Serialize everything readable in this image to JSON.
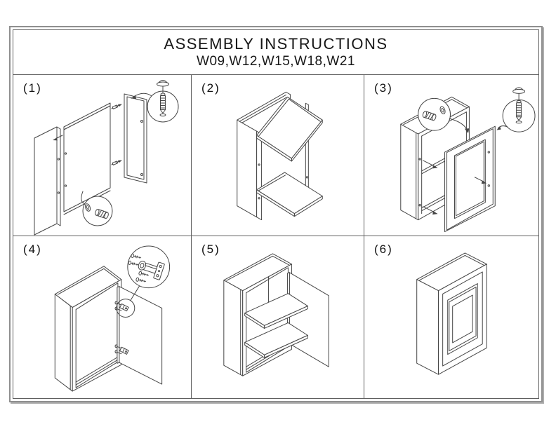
{
  "page": {
    "title": "ASSEMBLY INSTRUCTIONS",
    "subtitle": "W09,W12,W15,W18,W21"
  },
  "panels": [
    {
      "label": "(1)",
      "name": "attach-side-panels-to-back-panel",
      "hardware": [
        "cam-bolt",
        "cam-lock"
      ]
    },
    {
      "label": "(2)",
      "name": "insert-top-and-bottom-panels",
      "hardware": []
    },
    {
      "label": "(3)",
      "name": "attach-face-frame",
      "hardware": [
        "cam-lock",
        "cam-bolt"
      ]
    },
    {
      "label": "(4)",
      "name": "mount-door-hinges",
      "hardware": [
        "hinge",
        "screws"
      ]
    },
    {
      "label": "(5)",
      "name": "install-shelves",
      "hardware": []
    },
    {
      "label": "(6)",
      "name": "finished-cabinet",
      "hardware": []
    }
  ],
  "colors": {
    "background": "#ffffff",
    "line": "#454545",
    "frame_outer": "#8f8f8f",
    "frame_inner": "#5e5e5e"
  }
}
